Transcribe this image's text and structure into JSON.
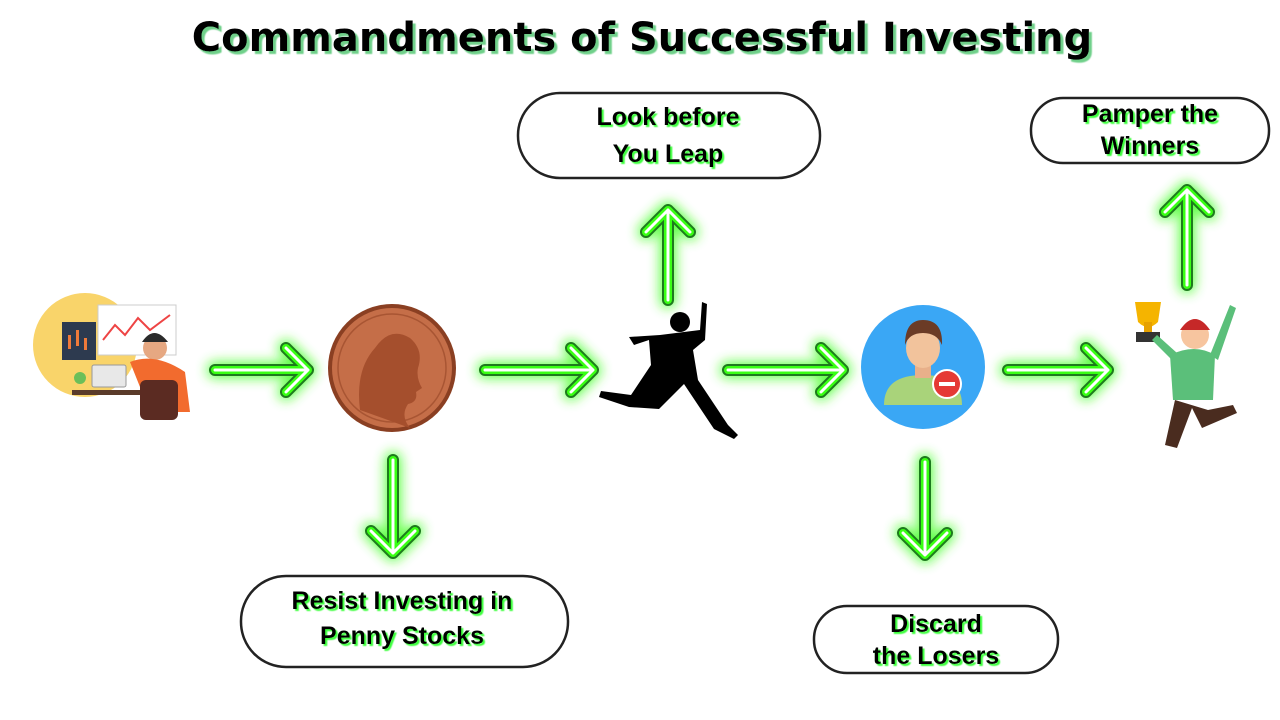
{
  "title": "Commandments of Successful Investing",
  "colors": {
    "neon_green": "#39ff14",
    "arrow_outline": "#1e7a1e",
    "coin": "#b8603c",
    "avatar_bg": "#3aa7f5"
  },
  "steps": [
    {
      "id": "investor",
      "icon": "investor-at-desk-icon"
    },
    {
      "id": "penny",
      "icon": "penny-coin-icon",
      "label": [
        "Resist Investing in",
        "Penny Stocks"
      ]
    },
    {
      "id": "leap",
      "icon": "jumping-man-icon",
      "label": [
        "Look before",
        "You Leap"
      ]
    },
    {
      "id": "losers",
      "icon": "user-remove-icon",
      "label": [
        "Discard",
        "the Losers"
      ]
    },
    {
      "id": "winners",
      "icon": "winner-trophy-icon",
      "label": [
        "Pamper the",
        "Winners"
      ]
    }
  ]
}
